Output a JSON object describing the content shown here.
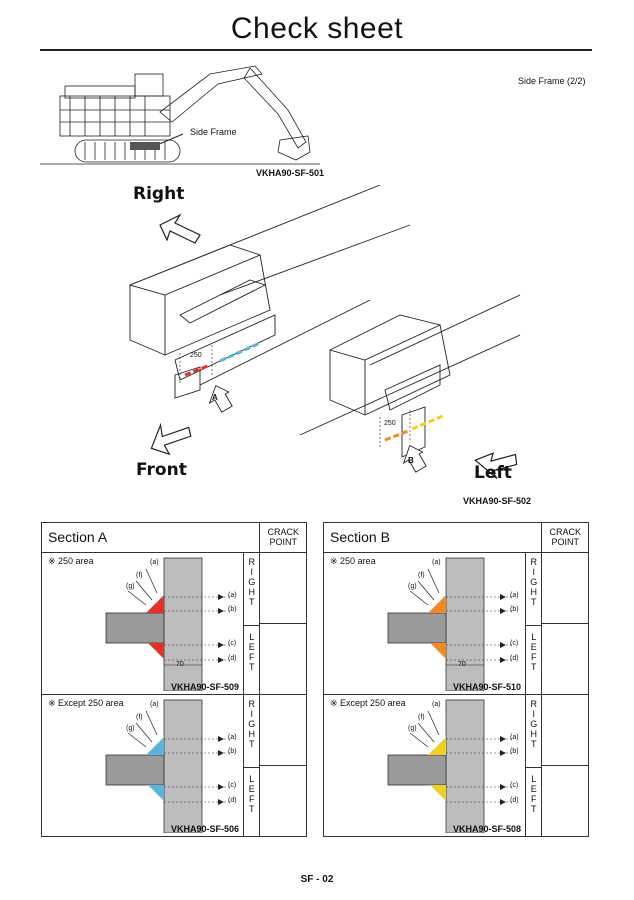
{
  "page": {
    "title": "Check sheet",
    "subtitle": "Side Frame (2/2)",
    "footer": "SF - 02"
  },
  "overview": {
    "side_frame_label": "Side Frame",
    "code_501": "VKHA90-SF-501"
  },
  "iso": {
    "right": "Right",
    "front": "Front",
    "left": "Left",
    "dim_a": "250",
    "dim_b": "250",
    "marker_a": "A",
    "marker_b": "B",
    "code_502": "VKHA90-SF-502"
  },
  "sections": {
    "a": {
      "title": "Section A",
      "crack_point": "CRACK POINT",
      "upper": {
        "label": "※ 250 area",
        "code": "VKHA90-SF-509",
        "weld_color": "#e2322a",
        "dim": "70"
      },
      "lower": {
        "label": "※ Except 250 area",
        "code": "VKHA90-SF-506",
        "weld_color": "#5ab4dc"
      }
    },
    "b": {
      "title": "Section B",
      "crack_point": "CRACK POINT",
      "upper": {
        "label": "※ 250 area",
        "code": "VKHA90-SF-510",
        "weld_color": "#f08a24",
        "dim": "70"
      },
      "lower": {
        "label": "※ Except 250 area",
        "code": "VKHA90-SF-508",
        "weld_color": "#f0d020"
      }
    }
  },
  "weld_labels": {
    "a": "(a)",
    "b": "(b)",
    "c": "(c)",
    "d": "(d)",
    "f": "(f)",
    "g": "(g)"
  },
  "side_labels": {
    "right": "R\nI\nG\nH\nT",
    "left": "L\nE\nF\nT"
  }
}
